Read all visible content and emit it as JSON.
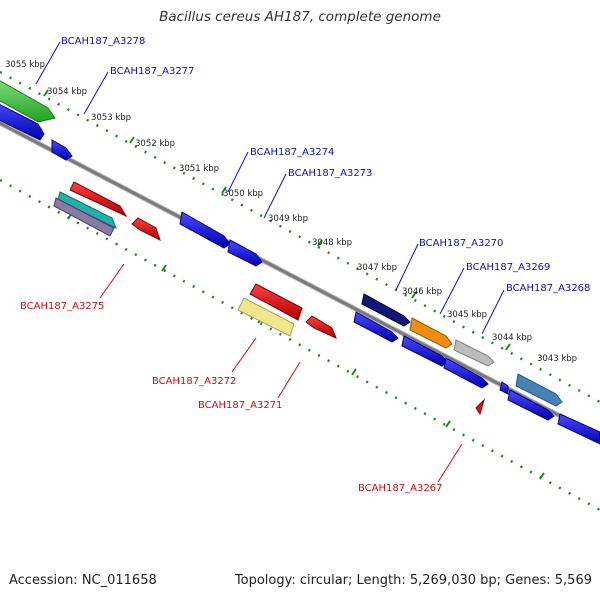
{
  "title": "Bacillus cereus AH187, complete genome",
  "accession": "Accession: NC_011658",
  "topology": "Topology: circular; Length: 5,269,030 bp; Genes: 5,569",
  "ticks": [
    "3055 kbp",
    "3054 kbp",
    "3053 kbp",
    "3052 kbp",
    "3051 kbp",
    "3050 kbp",
    "3049 kbp",
    "3048 kbp",
    "3047 kbp",
    "3046 kbp",
    "3045 kbp",
    "3044 kbp",
    "3043 kbp"
  ],
  "gene_labels_plus": [
    "BCAH187_A3278",
    "BCAH187_A3277",
    "BCAH187_A3274",
    "BCAH187_A3273",
    "BCAH187_A3270",
    "BCAH187_A3269",
    "BCAH187_A3268"
  ],
  "gene_labels_minus": [
    "BCAH187_A3275",
    "BCAH187_A3272",
    "BCAH187_A3271",
    "BCAH187_A3267"
  ],
  "colors": {
    "label_plus": "#1010c0",
    "label_minus": "#cc1010",
    "backbone": "#888888",
    "ruler": "#1a8a1a",
    "gene_blue": "#0b0bdc",
    "gene_red": "#e01010",
    "gene_green": "#3cc83c",
    "gene_navy": "#15157a",
    "gene_orange": "#f08c10",
    "gene_gray": "#bdbdbd",
    "gene_steel": "#4682b4",
    "gene_yellow": "#f0e68c",
    "gene_teal": "#20b2aa"
  }
}
